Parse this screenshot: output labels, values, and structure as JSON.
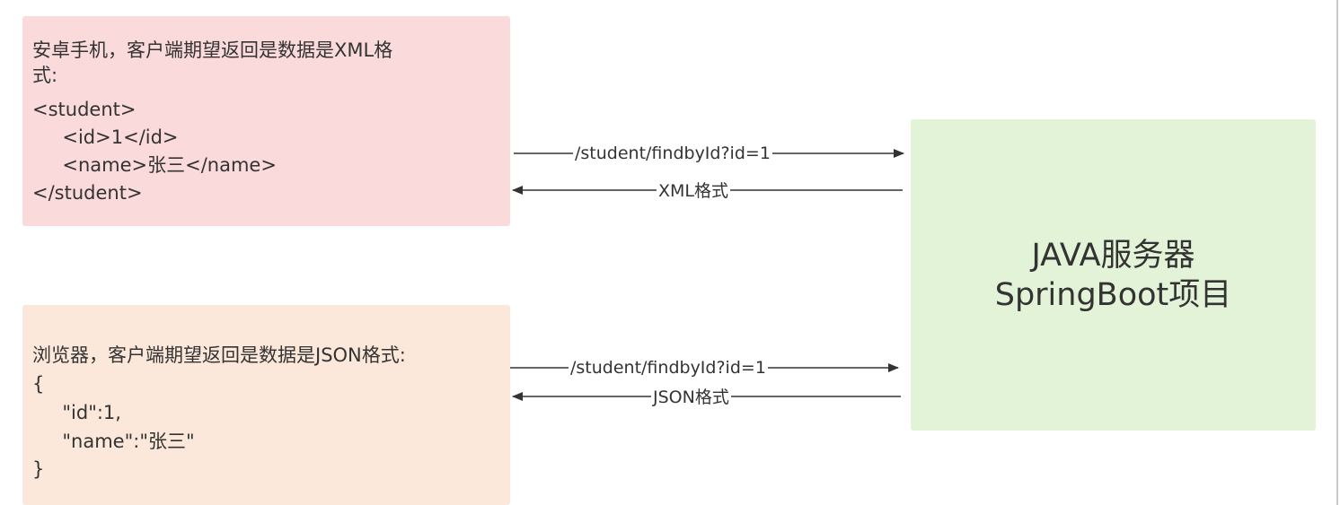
{
  "xml_client": {
    "lines": [
      "安卓手机，客户端期望返回是数据是XML格",
      "式:",
      "<student>",
      "     <id>1</id>",
      "     <name>张三</name>",
      "</student>"
    ]
  },
  "json_client": {
    "lines": [
      "浏览器，客户端期望返回是数据是JSON格式:",
      "{",
      "     \"id\":1,",
      "     \"name\":\"张三\"",
      "}"
    ]
  },
  "server": {
    "line1": "JAVA服务器",
    "line2": "SpringBoot项目"
  },
  "arrows": {
    "xml_request": "/student/findbyId?id=1",
    "xml_response": "XML格式",
    "json_request": "/student/findbyId?id=1",
    "json_response": "JSON格式"
  },
  "colors": {
    "xml_box": "#fadadb",
    "json_box": "#fbe8da",
    "server_box": "#e2f3d7",
    "arrow": "#333333"
  }
}
